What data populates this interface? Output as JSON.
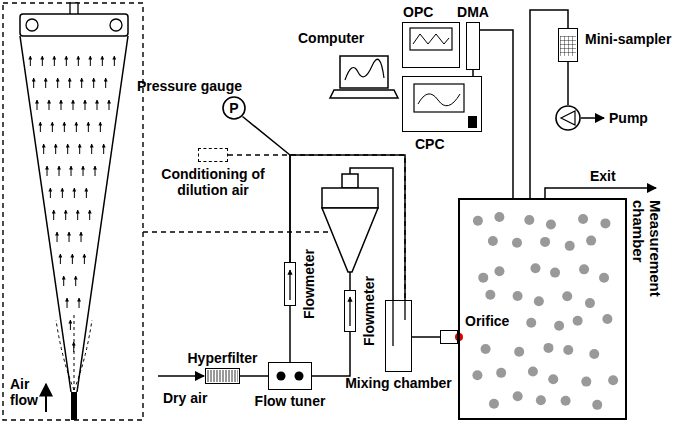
{
  "diagram": {
    "nodes": [
      {
        "text": [
          "Pressure gauge",
          "P"
        ]
      },
      {
        "text": [
          "OPC"
        ]
      },
      {
        "text": [
          "DMA"
        ]
      },
      {
        "text": [
          "CPC"
        ]
      },
      {
        "text": [
          "Mini-sampler"
        ]
      },
      {
        "text": [
          "Pump"
        ]
      },
      {
        "text": [
          "Conditioning of dilution air"
        ]
      },
      {
        "text": [
          "Measurement chamber"
        ]
      },
      {
        "text": [
          "Orifice"
        ]
      },
      {
        "text": [
          "Flowmeter"
        ]
      },
      {
        "text": [
          "Flowmeter"
        ]
      },
      {
        "text": [
          "Hyperfilter"
        ]
      },
      {
        "text": [
          "Flow tuner"
        ]
      },
      {
        "text": [
          "Mixing chamber"
        ]
      }
    ],
    "edges": [
      {
        "from": 0,
        "to": 9,
        "arrow": "none"
      },
      {
        "from": 9,
        "to": 13,
        "arrow": "none"
      },
      {
        "from": 6,
        "to": 13,
        "arrow": "none"
      },
      {
        "from": 11,
        "to": 12,
        "arrow": "none"
      },
      {
        "from": 12,
        "to": 9,
        "arrow": "none"
      },
      {
        "from": 12,
        "to": 10,
        "arrow": "none"
      },
      {
        "from": 10,
        "to": 13,
        "arrow": "none"
      },
      {
        "from": 13,
        "to": 8,
        "arrow": "none"
      },
      {
        "from": 7,
        "to": 2,
        "arrow": "none"
      },
      {
        "from": 7,
        "to": 4,
        "arrow": "none"
      },
      {
        "from": 4,
        "to": 5,
        "arrow": "none"
      }
    ],
    "labels": [
      "Computer",
      "Dry air",
      "Exit",
      "Air flow"
    ]
  }
}
